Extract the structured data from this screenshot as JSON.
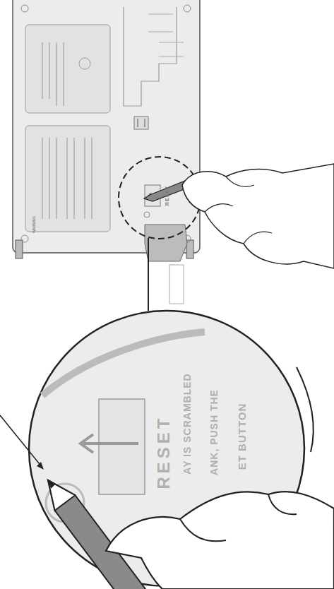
{
  "diagram": {
    "labels": [
      "RESET",
      "WARNING",
      "RESET",
      "AY IS SCRAMBLED",
      "ANK, PUSH THE",
      "ET BUTTON"
    ]
  }
}
